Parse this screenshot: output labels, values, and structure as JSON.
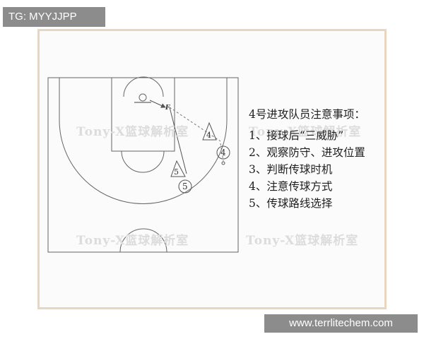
{
  "tag_badge": {
    "text": "TG: MYYJJPP"
  },
  "site_badge": {
    "text": "www.terrlitechem.com"
  },
  "watermark": {
    "text": "Tony-X篮球解析室"
  },
  "players": [
    {
      "id": "player-4",
      "number": "4"
    },
    {
      "id": "player-5",
      "number": "5"
    }
  ],
  "markers": {
    "cone_a": "4",
    "cone_b": "5",
    "passer": "F"
  },
  "notes": {
    "title": "4号进攻队员注意事项：",
    "items": [
      "1、接球后“三威胁”",
      "2、观察防守、进攻位置",
      "3、判断传球时机",
      "4、注意传球方式",
      "5、传球路线选择"
    ]
  },
  "colors": {
    "line": "#555555",
    "frame": "#e9d6be",
    "badge": "#8c8c8c",
    "watermark": "#dcdcdc"
  }
}
